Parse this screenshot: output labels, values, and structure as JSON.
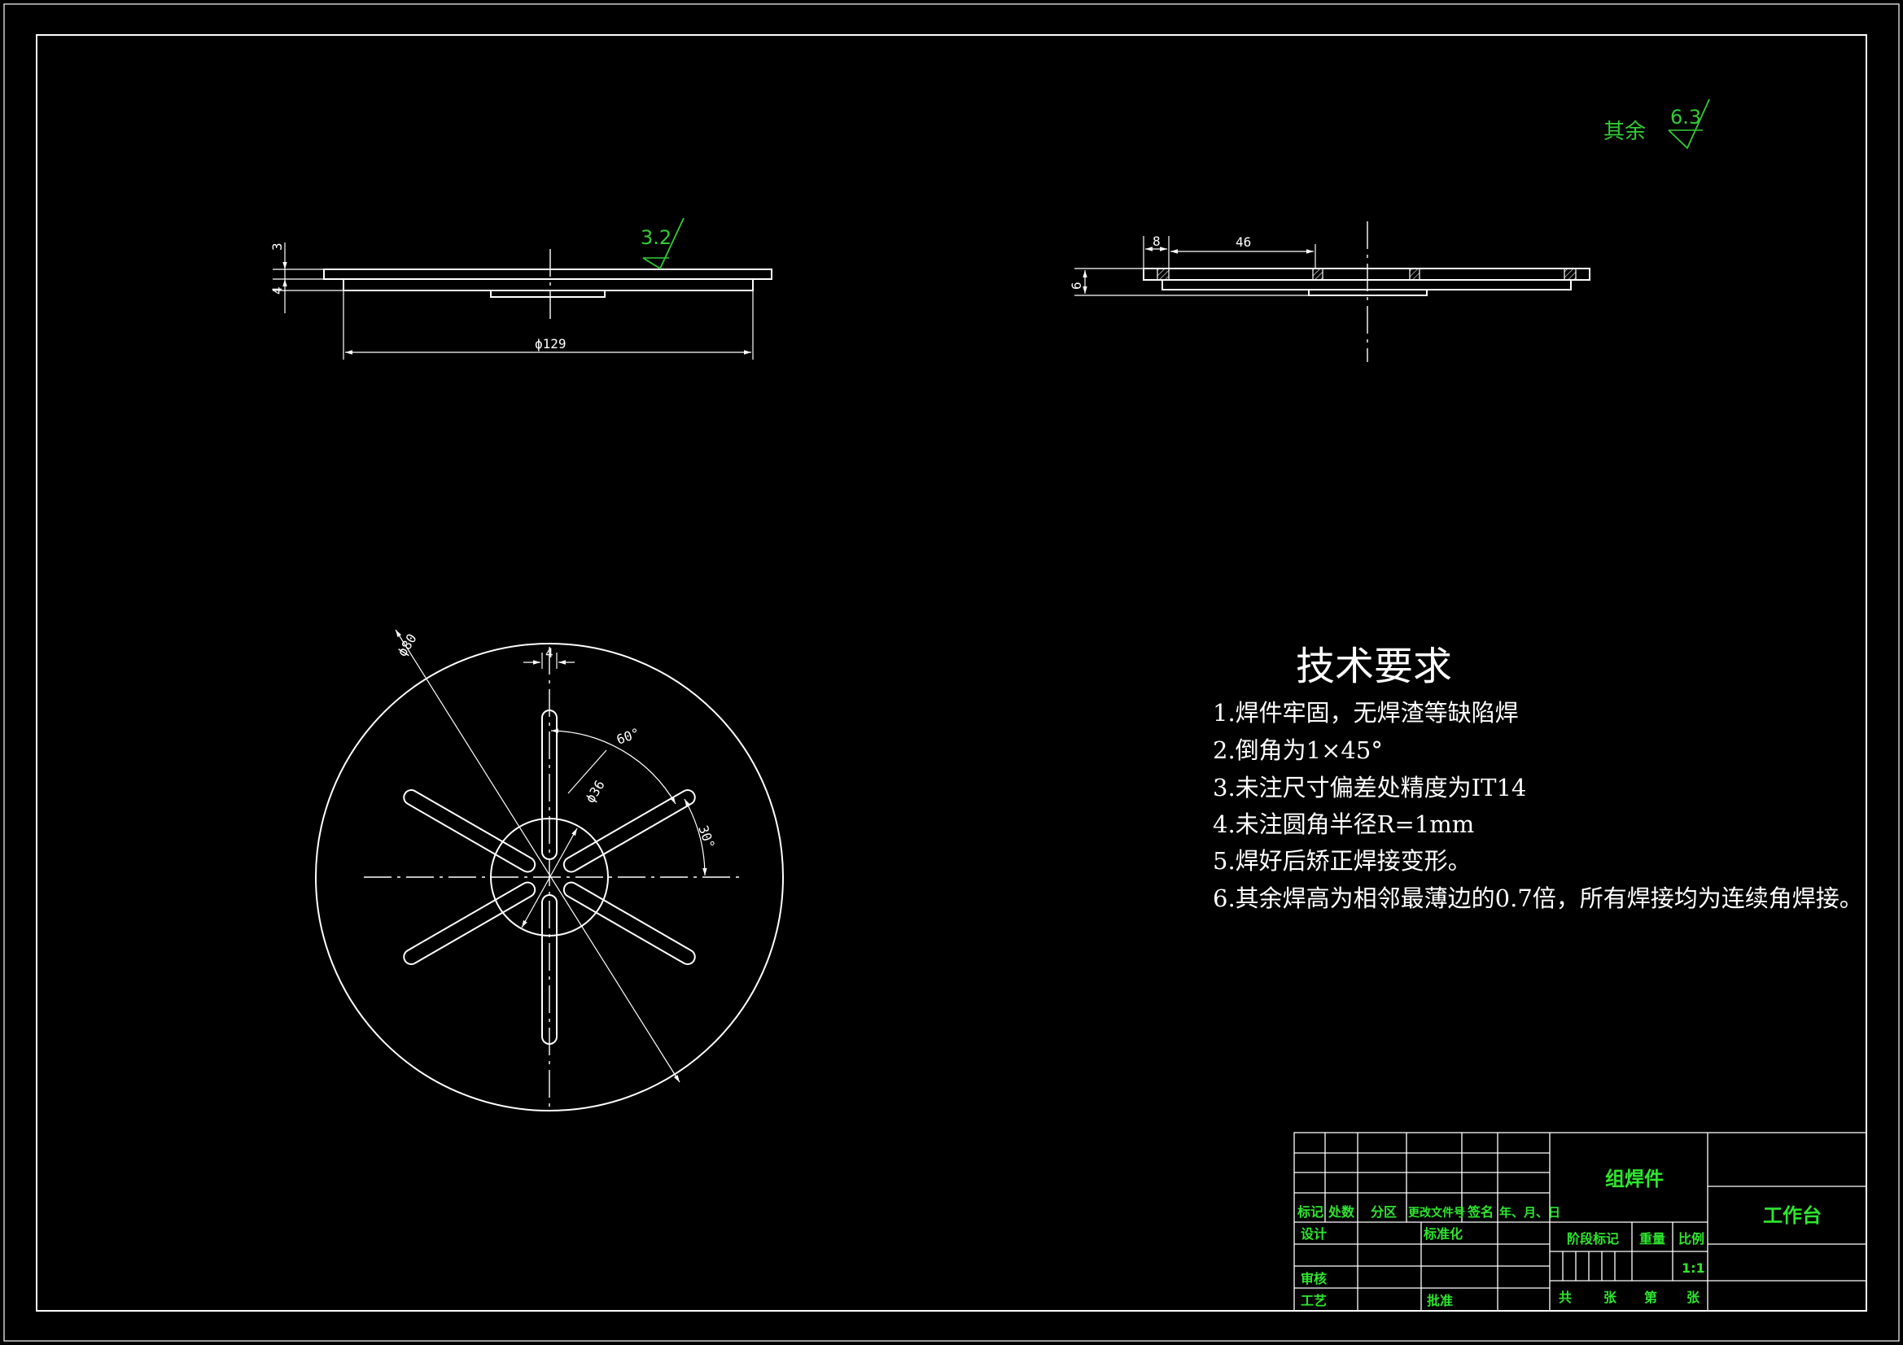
{
  "roughness": {
    "general_label": "其余",
    "general_value": "6.3",
    "face_value": "3.2"
  },
  "dims": {
    "side_thick_top": "3",
    "side_thick_low": "4",
    "side_dia": "ϕ129",
    "sec_offset": "8",
    "sec_length": "46",
    "sec_height": "6",
    "plan_outer": "ϕ80",
    "plan_slot_width": "4",
    "plan_angle_a": "60°",
    "plan_inner": "ϕ36",
    "plan_angle_b": "30°"
  },
  "tech": {
    "title": "技术要求",
    "items": [
      "1.焊件牢固，无焊渣等缺陷焊",
      "2.倒角为1×45°",
      "3.未注尺寸偏差处精度为IT14",
      "4.未注圆角半径R=1mm",
      "5.焊好后矫正焊接变形。",
      "6.其余焊高为相邻最薄边的0.7倍，所有焊接均为连续角焊接。"
    ]
  },
  "title_block": {
    "header_cells": [
      "标记",
      "处数",
      "分区",
      "更改文件号",
      "签名",
      "年、月、日"
    ],
    "design": "设计",
    "standard": "标准化",
    "review": "审核",
    "process": "工艺",
    "approve": "批准",
    "part_name": "组焊件",
    "stage": "阶段标记",
    "weight": "重量",
    "scale_label": "比例",
    "scale_value": "1:1",
    "sheet_total": "共",
    "sheet_unit": "张",
    "sheet_of": "第",
    "sheet_unit2": "张",
    "assembly": "工作台"
  }
}
